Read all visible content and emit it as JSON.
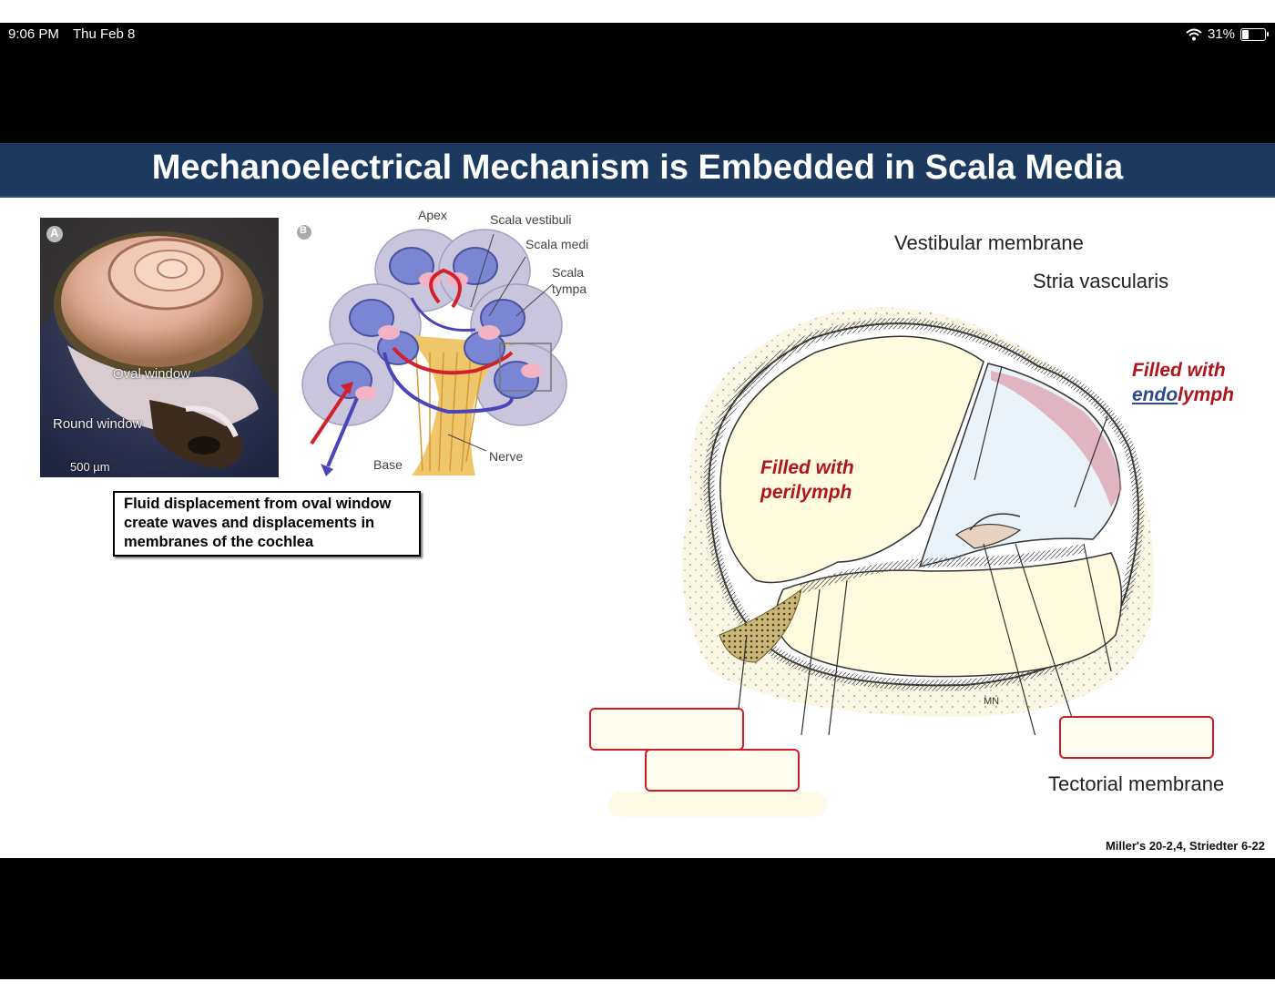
{
  "status_bar": {
    "time": "9:06 PM",
    "date": "Thu Feb 8",
    "battery_percent": "31%"
  },
  "slide": {
    "title": "Mechanoelectrical Mechanism is Embedded in Scala Media",
    "panel_a": {
      "marker": "A",
      "oval_window": "Oval window",
      "round_window": "Round window",
      "scale_bar": "500 µm"
    },
    "panel_b": {
      "marker": "B",
      "apex": "Apex",
      "scala_vestibuli": "Scala vestibuli",
      "scala_media": "Scala medi",
      "scala_tympani_1": "Scala",
      "scala_tympani_2": "tympa",
      "base": "Base",
      "nerve": "Nerve"
    },
    "caption": "Fluid displacement from oval window create waves and displacements in membranes of the cochlea",
    "diagram": {
      "vestibular_membrane": "Vestibular membrane",
      "stria_vascularis": "Stria vascularis",
      "endolymph_1": "Filled with",
      "endolymph_2a": "endo",
      "endolymph_2b": "lymph",
      "perilymph_1": "Filled with",
      "perilymph_2": "perilymph",
      "tectorial_membrane": "Tectorial membrane",
      "initials": "MN"
    },
    "citation": "Miller's 20-2,4, Striedter 6-22"
  },
  "colors": {
    "title_bar": "#1c3a60",
    "label_red": "#b0151e",
    "blank_box_border": "#d21c22"
  }
}
